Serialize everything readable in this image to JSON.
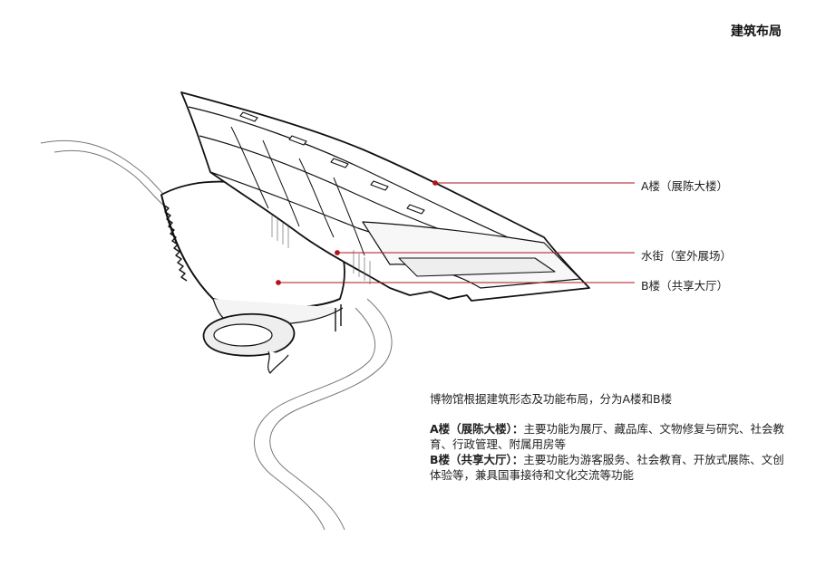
{
  "page": {
    "title": "建筑布局"
  },
  "callouts": [
    {
      "id": "a",
      "label": "A楼（展陈大楼）"
    },
    {
      "id": "water",
      "label": "水街（室外展场）"
    },
    {
      "id": "b",
      "label": "B楼（共享大厅）"
    }
  ],
  "description": {
    "headline": "博物馆根据建筑形态及功能布局，分为A楼和B楼",
    "items": [
      {
        "label": "A楼（展陈大楼）：",
        "text": "主要功能为展厅、藏品库、文物修复与研究、社会教育、行政管理、附属用房等"
      },
      {
        "label": "B楼（共享大厅）：",
        "text": "主要功能为游客服务、社会教育、开放式展陈、文创体验等，兼具国事接待和文化交流等功能"
      }
    ]
  },
  "colors": {
    "leader": "#b3121b",
    "line": "#111111",
    "accent": "#c8c8c8"
  }
}
